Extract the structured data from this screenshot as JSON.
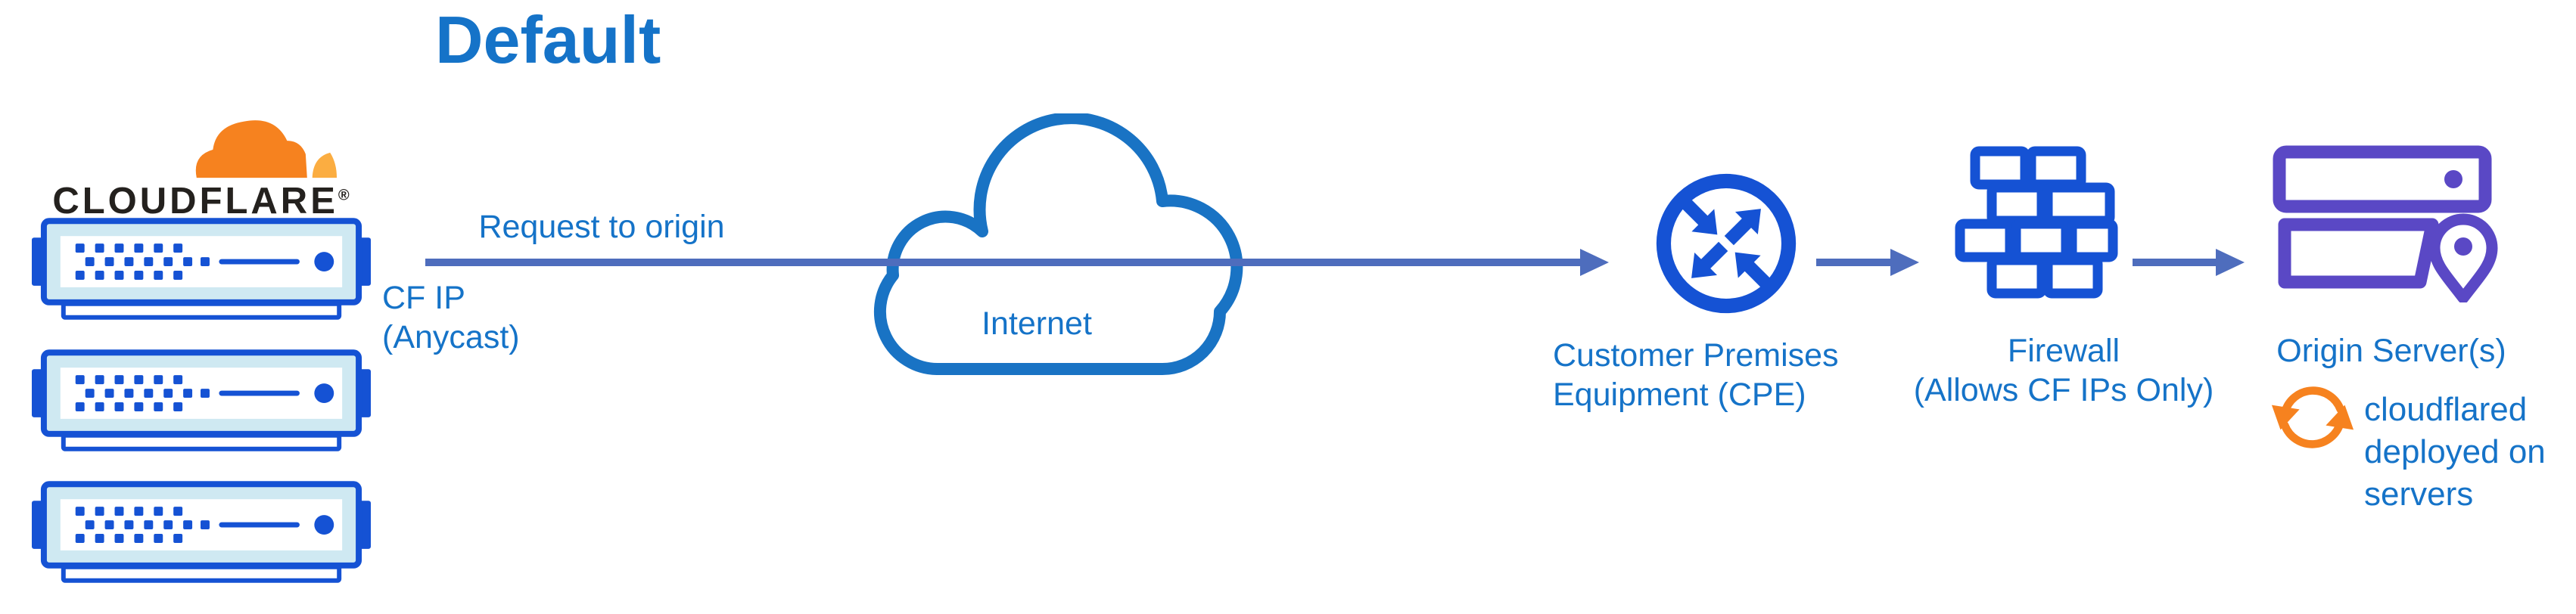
{
  "title": "Default",
  "brand": {
    "wordmark": "CLOUDFLARE",
    "registered_mark": "®"
  },
  "flow": {
    "request_label": "Request to origin",
    "source_ip_label": [
      "CF IP",
      "(Anycast)"
    ]
  },
  "nodes": {
    "cloudflare_servers": {
      "icon": "edge-server-rack",
      "count": 3
    },
    "internet": {
      "label": "Internet",
      "icon": "cloud-outline"
    },
    "cpe": {
      "label": [
        "Customer Premises",
        "Equipment (CPE)"
      ],
      "icon": "router-circle-arrows"
    },
    "firewall": {
      "label": [
        "Firewall",
        "(Allows CF IPs Only)"
      ],
      "icon": "brick-wall"
    },
    "origin": {
      "label": "Origin Server(s)",
      "icon": "server-location-pin",
      "annotation": "cloudflared deployed on servers",
      "annotation_icon": "sync-arrows"
    }
  },
  "colors": {
    "heading_text": "#1573c8",
    "icon_blue": "#1552d4",
    "cloud_outline": "#1973c4",
    "arrow": "#4e6dbd",
    "origin_purple": "#5a48c5",
    "cloudflare_orange": "#f6821f",
    "cloudflare_orange_light": "#fbad41",
    "server_bezel": "#cfe9f2",
    "wordmark_text": "#24211e"
  }
}
